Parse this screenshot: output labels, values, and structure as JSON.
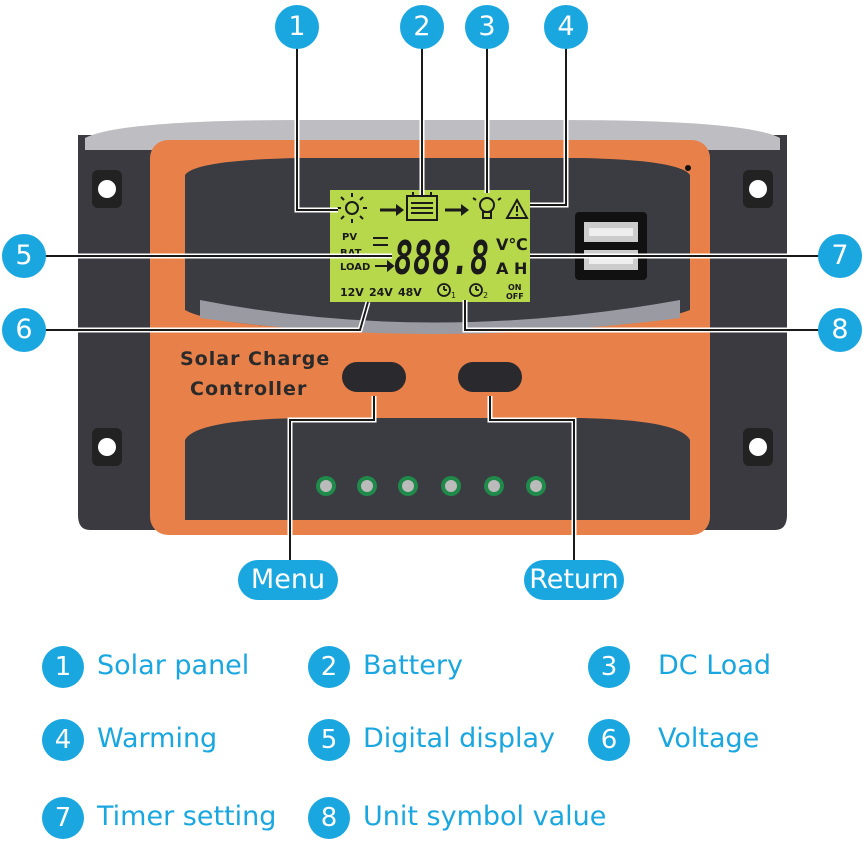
{
  "device": {
    "brand_line1": "Solar Charge",
    "brand_line2": "Controller",
    "lcd": {
      "pv": "PV",
      "bat": "BAT",
      "load": "LOAD",
      "digits": "888.8",
      "unit_vc": "V℃",
      "unit_ah": "A H",
      "v12": "12V",
      "v24": "24V",
      "v48": "48V",
      "timer1_sub": "1",
      "timer2_sub": "2",
      "on": "ON",
      "off": "OFF"
    },
    "colors": {
      "body": "#e8804a",
      "frame": "#3a3a40",
      "lcd": "#b8d84c",
      "accent": "#1aa7e0"
    }
  },
  "callouts": [
    "1",
    "2",
    "3",
    "4",
    "5",
    "6",
    "7",
    "8"
  ],
  "buttons": {
    "menu": "Menu",
    "return": "Return"
  },
  "legend": [
    {
      "num": "1",
      "label": "Solar panel"
    },
    {
      "num": "2",
      "label": "Battery"
    },
    {
      "num": "3",
      "label": "DC Load"
    },
    {
      "num": "4",
      "label": "Warming"
    },
    {
      "num": "5",
      "label": "Digital display"
    },
    {
      "num": "6",
      "label": "Voltage"
    },
    {
      "num": "7",
      "label": "Timer setting"
    },
    {
      "num": "8",
      "label": "Unit symbol value"
    }
  ]
}
